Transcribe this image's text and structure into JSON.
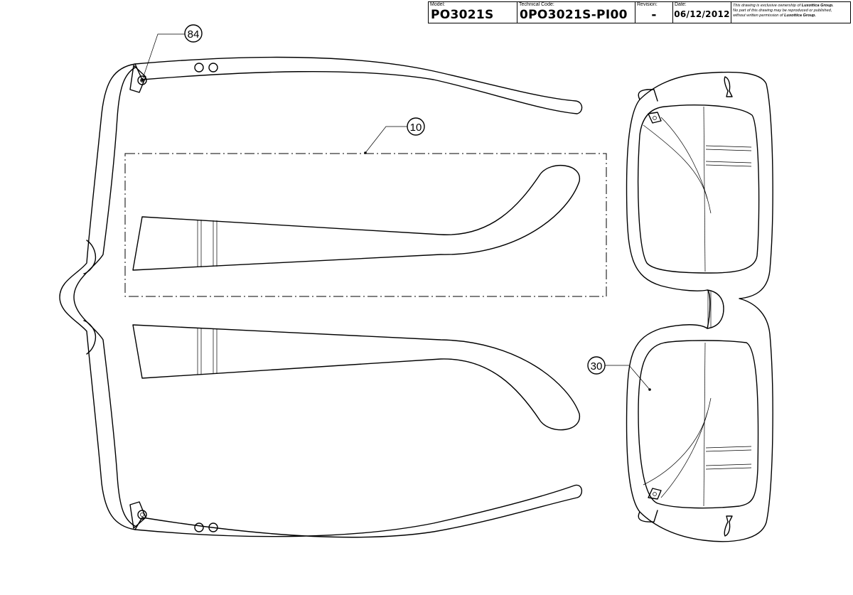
{
  "title_block": {
    "model_label": "Model:",
    "model_value": "PO3021S",
    "technical_code_label": "Technical Code:",
    "technical_code_value": "0PO3021S-PI00",
    "revision_label": "Revision:",
    "revision_value": "-",
    "date_label": "Date:",
    "date_value": "06/12/2012",
    "notice_line1": "This drawing is exclusive ownership of",
    "notice_company1": "Luxottica Group.",
    "notice_line2": "No part of this drawing may be reproduced or published,",
    "notice_line3": "without written permission of",
    "notice_company2": "Luxottica Group."
  },
  "callouts": {
    "screw": "84",
    "temple": "10",
    "lens": "30"
  }
}
